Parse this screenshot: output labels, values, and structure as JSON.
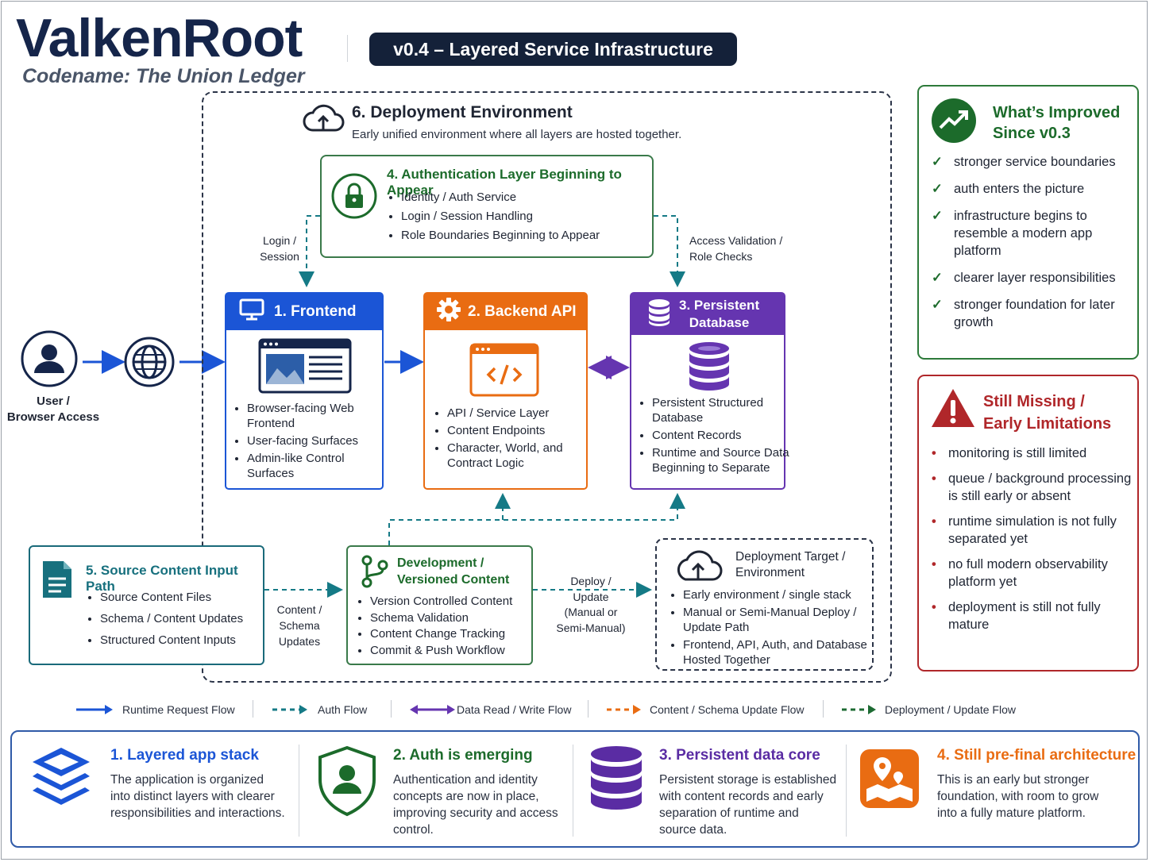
{
  "header": {
    "brand": "ValkenRoot",
    "codename": "Codename: The Union Ledger",
    "version_pill": "v0.4 – Layered Service Infrastructure"
  },
  "environment": {
    "title": "6. Deployment Environment",
    "description": "Early unified environment where all layers are hosted together."
  },
  "auth": {
    "title": "4. Authentication Layer Beginning to Appear",
    "items": [
      "Identity / Auth Service",
      "Login / Session Handling",
      "Role Boundaries Beginning to Appear"
    ]
  },
  "user": {
    "label_line1": "User /",
    "label_line2": "Browser Access"
  },
  "frontend": {
    "title": "1. Frontend",
    "items": [
      "Browser-facing Web Frontend",
      "User-facing Surfaces",
      "Admin-like Control Surfaces"
    ]
  },
  "backend": {
    "title": "2. Backend API",
    "items": [
      "API / Service Layer",
      "Content Endpoints",
      "Character, World, and Contract Logic"
    ]
  },
  "database": {
    "title_line1": "3. Persistent",
    "title_line2": "Database",
    "items": [
      "Persistent Structured Database",
      "Content Records",
      "Runtime and Source Data Beginning to Separate"
    ]
  },
  "edge_labels": {
    "login_line1": "Login /",
    "login_line2": "Session",
    "access_line1": "Access Validation /",
    "access_line2": "Role Checks",
    "content_line1": "Content /",
    "content_line2": "Schema",
    "content_line3": "Updates",
    "deploy_line1": "Deploy /",
    "deploy_line2": "Update",
    "deploy_line3": "(Manual or",
    "deploy_line4": "Semi-Manual)"
  },
  "source": {
    "title": "5. Source Content Input Path",
    "items": [
      "Source Content Files",
      "Schema / Content Updates",
      "Structured Content Inputs"
    ]
  },
  "development": {
    "title_line1": "Development /",
    "title_line2": "Versioned Content",
    "items": [
      "Version Controlled Content",
      "Schema Validation",
      "Content Change Tracking",
      "Commit & Push Workflow"
    ]
  },
  "target": {
    "title_line1": "Deployment Target /",
    "title_line2": "Environment",
    "items": [
      "Early environment / single stack",
      "Manual or Semi-Manual Deploy / Update Path",
      "Frontend, API, Auth, and Database Hosted Together"
    ]
  },
  "improved": {
    "title_line1": "What’s Improved",
    "title_line2": "Since v0.3",
    "items": [
      "stronger service boundaries",
      "auth enters the picture",
      "infrastructure begins to resemble a modern app platform",
      "clearer layer responsibilities",
      "stronger foundation for later growth"
    ]
  },
  "missing": {
    "title_line1": "Still Missing /",
    "title_line2": "Early Limitations",
    "items": [
      "monitoring is still limited",
      "queue / background processing is still early or absent",
      "runtime simulation is not fully separated yet",
      "no full modern observability platform yet",
      "deployment is still not fully mature"
    ]
  },
  "legend": [
    {
      "label": "Runtime Request Flow",
      "color": "#1b55d6"
    },
    {
      "label": "Auth Flow",
      "color": "#157a86"
    },
    {
      "label": "Data Read / Write Flow",
      "color": "#6535b0"
    },
    {
      "label": "Content / Schema Update Flow",
      "color": "#e96c12"
    },
    {
      "label": "Deployment / Update Flow",
      "color": "#1d6b33"
    }
  ],
  "bottom": [
    {
      "title": "1. Layered app stack",
      "desc": "The application is organized into distinct layers with clearer responsibilities and interactions.",
      "color": "#1b55d6"
    },
    {
      "title": "2. Auth is emerging",
      "desc": "Authentication and identity concepts are now in place, improving security and access control.",
      "color": "#1c6b2b"
    },
    {
      "title": "3. Persistent data core",
      "desc": "Persistent storage is established with content records and early separation of runtime and source data.",
      "color": "#5a2ca3"
    },
    {
      "title": "4. Still pre-final architecture",
      "desc": "This is an early but stronger foundation, with room to grow into a fully mature platform.",
      "color": "#e96c12"
    }
  ]
}
